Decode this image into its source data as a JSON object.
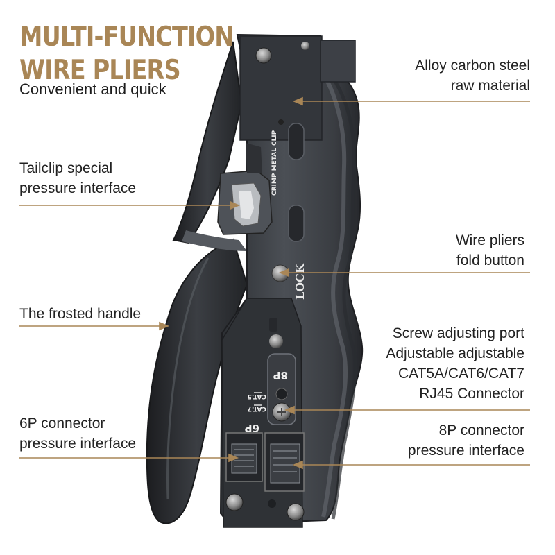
{
  "title_lines": [
    "MULTI-FUNCTION",
    "WIRE PLIERS"
  ],
  "subtitle": "Convenient and quick",
  "tool_markings": {
    "crimp_metal_clip": "CRIMP METAL CLIP",
    "lock": "LOCK",
    "port_8p": "8P",
    "port_6p": "6P",
    "cat5": "CAT.5",
    "cat7": "CAT.7"
  },
  "callouts": {
    "alloy": [
      "Alloy carbon steel",
      "raw material"
    ],
    "tailclip": [
      "Tailclip special",
      "pressure interface"
    ],
    "fold_button": [
      "Wire pliers",
      "fold button"
    ],
    "handle": [
      "The frosted handle"
    ],
    "screw_port": [
      "Screw adjusting port",
      "Adjustable adjustable",
      "CAT5A/CAT6/CAT7",
      "RJ45 Connector"
    ],
    "p6": [
      "6P connector",
      "pressure interface"
    ],
    "p8": [
      "8P connector",
      "pressure interface"
    ]
  },
  "colors": {
    "title_gold": "#a98656",
    "leader_line": "#a98656",
    "body_dark": "#3a3d42",
    "body_mid": "#4a4e54",
    "body_light": "#6a6e75"
  }
}
